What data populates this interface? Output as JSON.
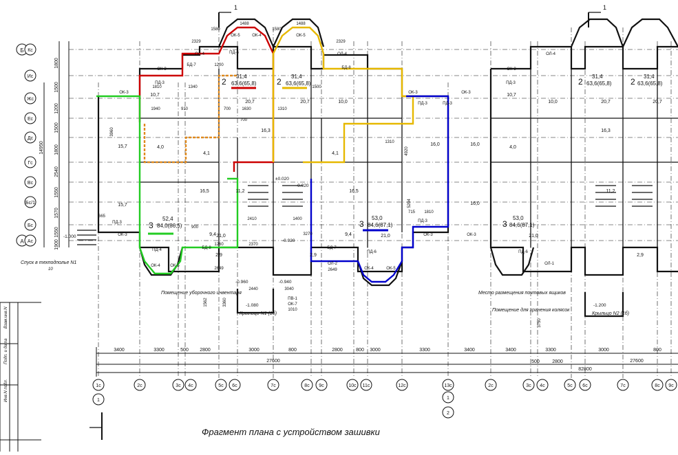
{
  "title": "Фрагмент плана с устройством зашивки",
  "row_axes": [
    "Кс",
    "Ис",
    "Жс",
    "Ес",
    "Дс",
    "Гс",
    "Вс",
    "Бс/1",
    "Бс",
    "Ас"
  ],
  "row_sheet_letters": [
    "Б",
    "А"
  ],
  "row_dims": [
    "1800",
    "1500",
    "1200",
    "1500",
    "1800",
    "2540",
    "1550",
    "1570",
    "1550",
    "1900"
  ],
  "row_total": "14950",
  "col_axes": [
    "1с",
    "2с",
    "3с",
    "4с",
    "5с",
    "6с",
    "7с",
    "8с",
    "9с",
    "10с",
    "11с",
    "12с",
    "13с",
    "2с",
    "3с",
    "4с",
    "5с",
    "6с",
    "7с",
    "8с",
    "9с"
  ],
  "block_circles": [
    "1",
    "1",
    "2"
  ],
  "section_marks": [
    "1",
    "1"
  ],
  "bottom_dims": [
    "3400",
    "3300",
    "500",
    "2800",
    "3000",
    "800",
    "2800",
    "3000",
    "800",
    "3300",
    "3400",
    "3400",
    "3300",
    "500",
    "2800",
    "3000",
    "800"
  ],
  "total_dims": [
    "27600",
    "27600",
    "82800"
  ],
  "apartments": [
    {
      "num": "2",
      "area": "31,4",
      "sub": "63,6(65,8)",
      "marker": "#cc0000"
    },
    {
      "num": "2",
      "area": "31,4",
      "sub": "63,6(65,8)",
      "marker": "#e6b800"
    },
    {
      "num": "2",
      "area": "31,4",
      "sub": "63,6(65,8)",
      "marker": ""
    },
    {
      "num": "2",
      "area": "31,4",
      "sub": "63,6(65,8)",
      "marker": ""
    },
    {
      "num": "3",
      "area": "52,4",
      "sub": "84,0(86,5)",
      "marker": "#22cc22"
    },
    {
      "num": "3",
      "area": "53,0",
      "sub": "84,6(87,1)",
      "marker": "#0000cc"
    },
    {
      "num": "3",
      "area": "53,0",
      "sub": "84,6(87,1)",
      "marker": ""
    }
  ],
  "room_labels": [
    "16,0",
    "16,0",
    "16,0",
    "16,3",
    "16,3",
    "16,5",
    "16,5",
    "15,7",
    "15,7",
    "21,0",
    "21,0",
    "21,0",
    "20,7",
    "20,7",
    "20,7",
    "20,7",
    "10,7",
    "10,7",
    "10,0",
    "10,0",
    "11,2",
    "11,2",
    "9,4",
    "9,4",
    "4,0",
    "4,0",
    "4,1",
    "4,1",
    "2,9",
    "2,9",
    "2,9"
  ],
  "window_marks": [
    "ОК-3",
    "ОК-3",
    "ОК-3",
    "ОК-3",
    "ОК-3",
    "ОК-3",
    "ОК-3",
    "ОК-3",
    "ОК-5",
    "ОК-5",
    "ОК-5",
    "ОК-5",
    "ОК-4",
    "ОК-4",
    "ОК-4",
    "ОЛ-4",
    "ОЛ-4",
    "ОЛ-4",
    "ОЛ-1",
    "ОЛ-2",
    "ПД-3",
    "ПД-3",
    "ПД-3",
    "ПД-3",
    "ПД-3",
    "ПД-3",
    "ПД-6",
    "ПД-6",
    "ПД-6",
    "ПД-4",
    "БД-7",
    "БД-7",
    "БД-8",
    "БД-8",
    "ПВ-1",
    "ОК-7"
  ],
  "small_dims": [
    "2329",
    "2329",
    "1580",
    "1580",
    "1488",
    "1488",
    "1810",
    "1810",
    "1340",
    "1500",
    "1630",
    "1310",
    "1940",
    "910",
    "700",
    "1200",
    "1260",
    "2370",
    "2649",
    "2649",
    "2440",
    "3040",
    "1010",
    "1310",
    "1400",
    "3270",
    "700",
    "900",
    "665",
    "715",
    "3960",
    "4920",
    "5204",
    "2410",
    "3750",
    "3360",
    "1562"
  ],
  "levels": [
    "-1.000",
    "-0.960",
    "-0.940",
    "-0.920",
    "-1.080",
    "-1.200",
    "±0.020",
    "-0.020"
  ],
  "annotations": [
    "Спуск в техподполье N1",
    "Помещение уборочного инвентаря",
    "Место размещения почтовых ящиков",
    "Помещение для хранения колясок",
    "Крыльцо N1 (1б)",
    "Крыльцо N2 (1б)"
  ],
  "sheet_note": "10",
  "stamp_labels": [
    "Инв.N подл.",
    "Подп. и дата",
    "Взам.инв.N"
  ],
  "colors": {
    "red": "#cc0000",
    "yellow": "#e6b800",
    "green": "#22cc22",
    "blue": "#0000cc",
    "orange": "#e08a1e"
  }
}
